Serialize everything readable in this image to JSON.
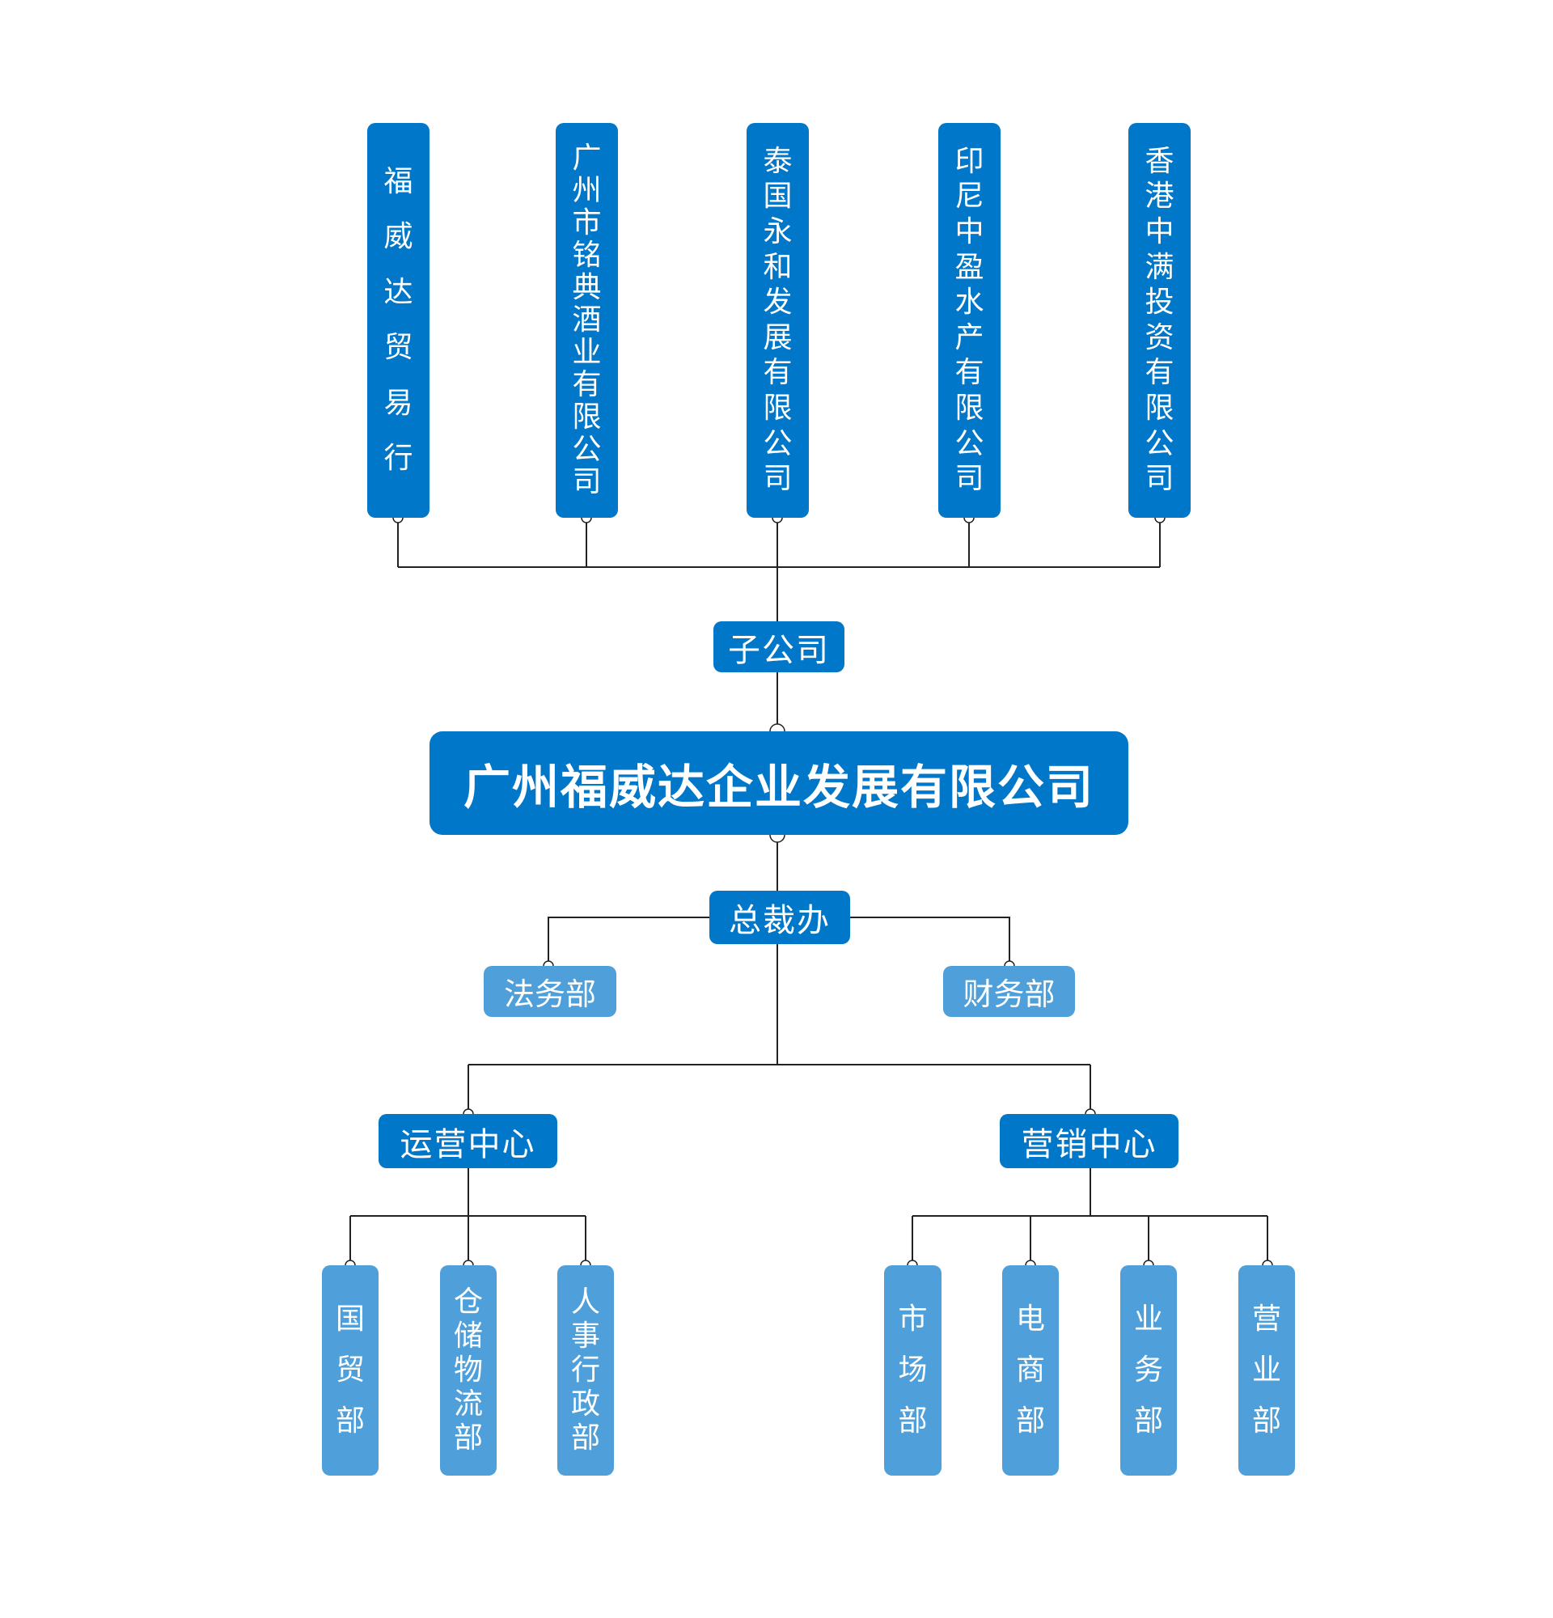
{
  "title": "广州福威达企业发展有限公司",
  "colors": {
    "primary": "#0077c8",
    "secondary": "#4fa0da",
    "connector": "#222222"
  },
  "subsidiaries_group": "子公司",
  "subsidiaries": [
    "福威达贸易行",
    "广州市铭典酒业有限公司",
    "泰国永和发展有限公司",
    "印尼中盈水产有限公司",
    "香港中满投资有限公司"
  ],
  "president_office": "总裁办",
  "staff_departments": [
    "法务部",
    "财务部"
  ],
  "centers": [
    {
      "name": "运营中心",
      "departments": [
        "国贸部",
        "仓储物流部",
        "人事行政部"
      ]
    },
    {
      "name": "营销中心",
      "departments": [
        "市场部",
        "电商部",
        "业务部",
        "营业部"
      ]
    }
  ]
}
